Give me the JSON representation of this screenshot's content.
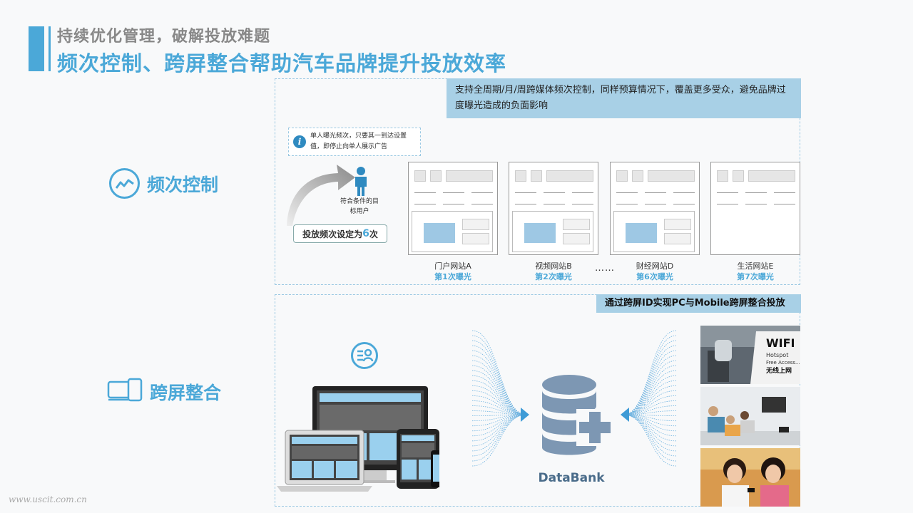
{
  "header": {
    "subtitle": "持续优化管理，破解投放难题",
    "title": "频次控制、跨屏整合帮助汽车品牌提升投放效率"
  },
  "sections": {
    "frequency": {
      "label": "频次控制",
      "icon": "chart-line-icon",
      "callout": "支持全周期/月/周跨媒体频次控制，同样预算情况下，覆盖更多受众，避免品牌过度曝光造成的负面影响",
      "info_text": "单人曝光频次，只要其一到达设置值，即停止向单人展示广告",
      "user_label": "符合条件的目标用户",
      "set_prefix": "投放频次设定为",
      "set_value": "6",
      "set_suffix": "次",
      "ellipsis": "……",
      "sites": [
        {
          "name": "门户网站A",
          "count": "第1次曝光"
        },
        {
          "name": "视频网站B",
          "count": "第2次曝光"
        },
        {
          "name": "财经网站D",
          "count": "第6次曝光"
        },
        {
          "name": "生活网站E",
          "count": "第7次曝光"
        }
      ]
    },
    "cross_screen": {
      "label": "跨屏整合",
      "icon": "devices-icon",
      "callout": "通过跨屏ID实现PC与Mobile跨屏整合投放",
      "databank_label": "DataBank",
      "wifi_sign": [
        "WIFI",
        "Hotspot",
        "Free Access...",
        "无线上网"
      ]
    }
  },
  "watermark": "www.uscit.com.cn",
  "colors": {
    "accent": "#4ba8d8",
    "callout_bg": "#a8d0e6",
    "db": "#7d97b3"
  }
}
